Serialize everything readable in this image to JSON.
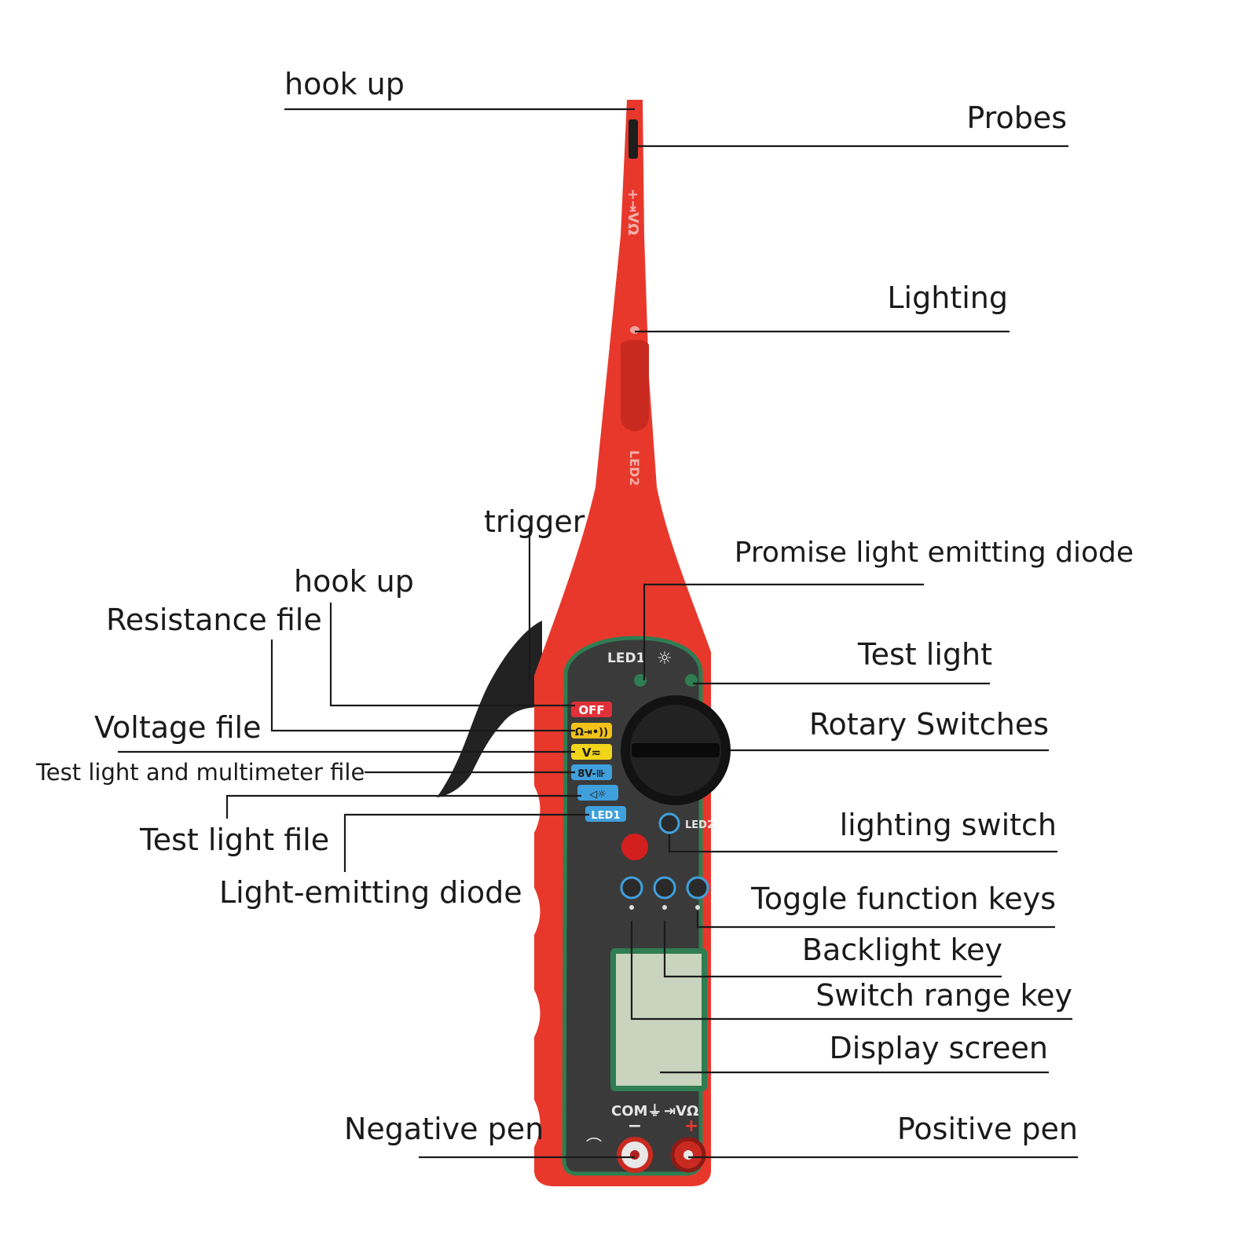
{
  "labels": {
    "hook_up_top": "hook up",
    "probes": "Probes",
    "lighting": "Lighting",
    "trigger": "trigger",
    "promise_led": "Promise light emitting diode",
    "hook_up_mid": "hook up",
    "resistance_file": "Resistance file",
    "test_light": "Test light",
    "rotary_switches": "Rotary Switches",
    "voltage_file": "Voltage file",
    "test_light_multimeter_file": "Test light and multimeter file",
    "test_light_file": "Test light file",
    "lighting_switch": "lighting switch",
    "light_emitting_diode": "Light-emitting diode",
    "toggle_function_keys": "Toggle function keys",
    "backlight_key": "Backlight key",
    "switch_range_key": "Switch range key",
    "display_screen": "Display screen",
    "negative_pen": "Negative pen",
    "positive_pen": "Positive pen"
  },
  "device": {
    "probe_mark": "+⇥VΩ",
    "probe_led": "LED2",
    "led1_label": "LED1",
    "led2_label": "LED2",
    "dial": {
      "off": "OFF",
      "ohm": "Ω⇥•))",
      "volt": "V≂",
      "test": "8V-⊪",
      "light": "◁☼",
      "led1": "LED1"
    },
    "com_label": "COM⏚",
    "vohm_label": "⇥VΩ",
    "minus": "−",
    "plus": "+"
  },
  "colors": {
    "body": "#e8382c",
    "body_dark": "#c92a20",
    "panel": "#3a3a3a",
    "panel_border": "#2f7d52",
    "off_badge": "#e0303a",
    "ohm_badge": "#f2c21b",
    "volt_badge": "#f2d51b",
    "blue_badge": "#3fa0dc",
    "screen": "#c9d4bf"
  }
}
